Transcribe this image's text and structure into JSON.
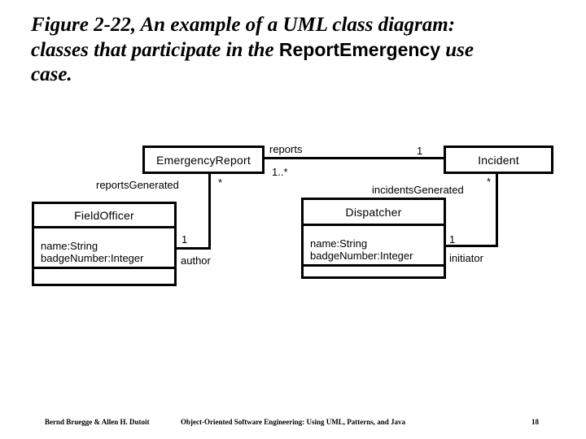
{
  "slide": {
    "title": {
      "line1": "Figure 2-22, An example of a UML class diagram:",
      "line2_before": "classes that participate in the ",
      "line2_keyword": "ReportEmergency",
      "line2_after": " use",
      "line3": "case."
    }
  },
  "diagram": {
    "classes": {
      "emergency_report": {
        "name": "EmergencyReport"
      },
      "incident": {
        "name": "Incident"
      },
      "field_officer": {
        "name": "FieldOfficer",
        "attributes": [
          "name:String",
          "badgeNumber:Integer"
        ]
      },
      "dispatcher": {
        "name": "Dispatcher",
        "attributes": [
          "name:String",
          "badgeNumber:Integer"
        ]
      }
    },
    "associations": {
      "reports": {
        "label": "reports",
        "incident_multiplicity": "1",
        "report_multiplicity": "1..*"
      },
      "author": {
        "label": "reportsGenerated",
        "report_multiplicity": "*",
        "officer_multiplicity": "1",
        "role": "author"
      },
      "initiator": {
        "label": "incidentsGenerated",
        "incident_multiplicity": "*",
        "dispatcher_multiplicity": "1",
        "role": "initiator"
      }
    },
    "colors": {
      "line": "#000000",
      "background": "#ffffff",
      "text": "#000000"
    }
  },
  "footer": {
    "authors": "Bernd Bruegge & Allen H. Dutoit",
    "book": "Object-Oriented Software Engineering: Using UML, Patterns, and Java",
    "page": "18"
  }
}
